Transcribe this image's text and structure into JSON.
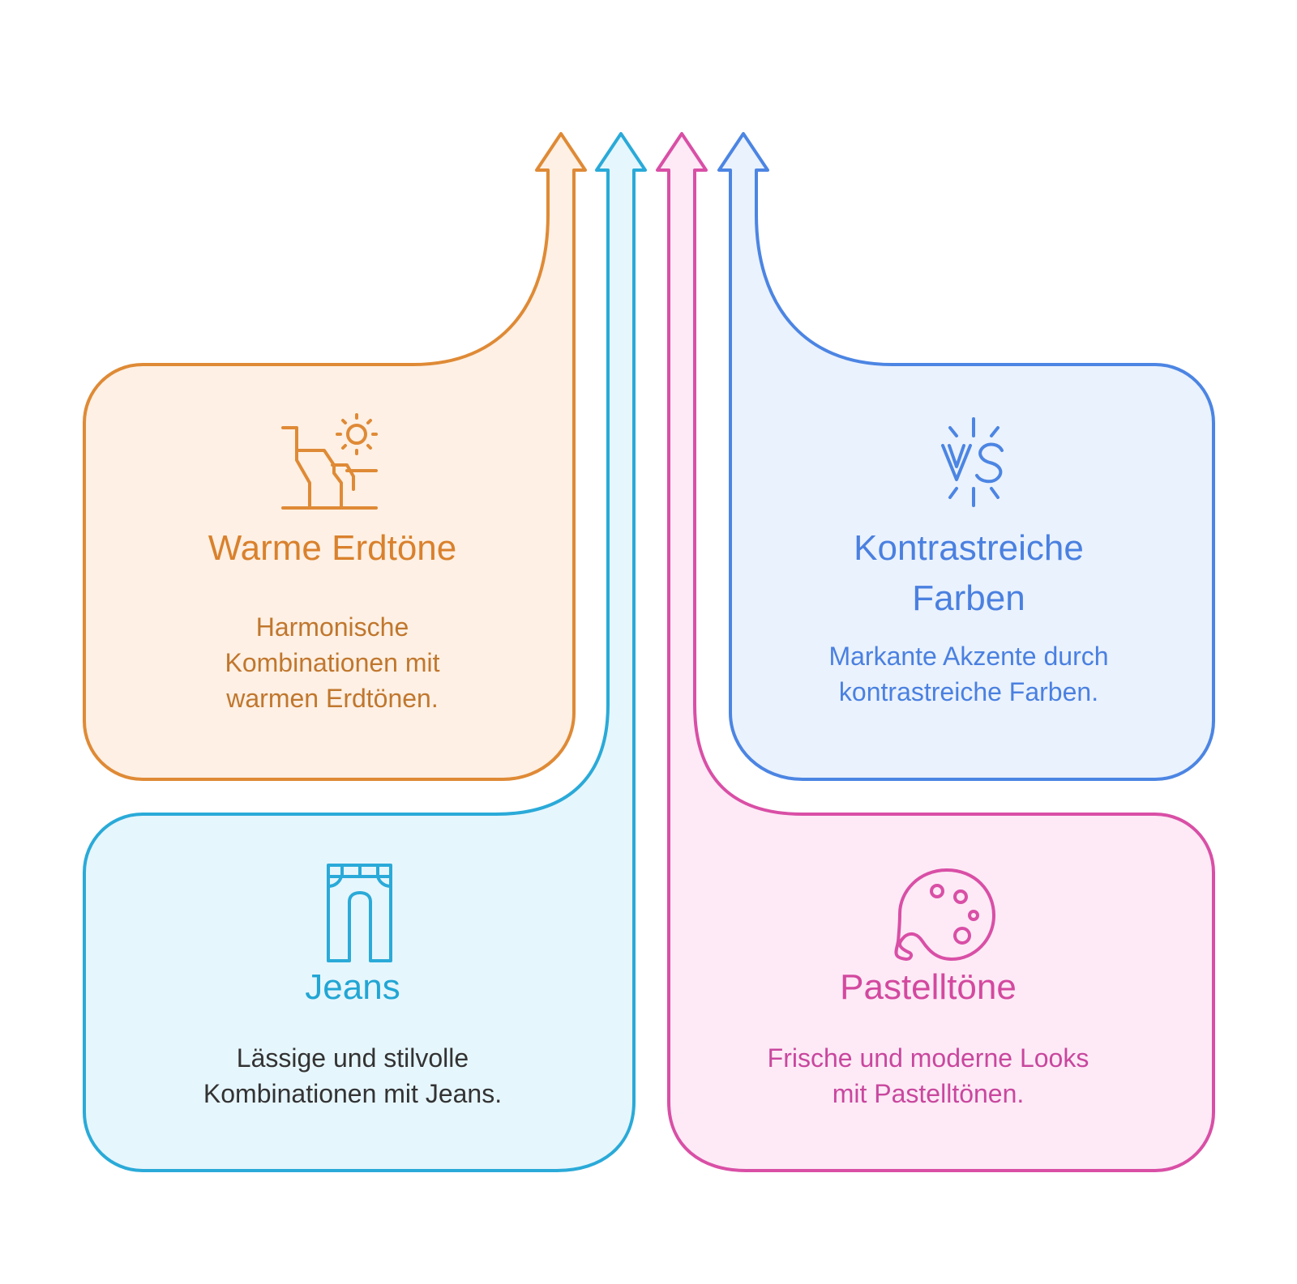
{
  "colors": {
    "warm": {
      "stroke": "#df8a36",
      "fill": "#fef0e4",
      "title": "#d9812d"
    },
    "jeans": {
      "stroke": "#2aaad8",
      "fill": "#e6f6fd",
      "title": "#22a6d4"
    },
    "pastell": {
      "stroke": "#d94fa6",
      "fill": "#fdeaf6",
      "title": "#d3499f"
    },
    "kontrast": {
      "stroke": "#4c85e3",
      "fill": "#eaf2fd",
      "title": "#4a80e0"
    }
  },
  "cards": {
    "warm": {
      "icon": "cliff-sun-icon",
      "title": "Warme Erdtöne",
      "desc_lines": [
        "Harmonische",
        "Kombinationen mit",
        "warmen Erdtönen."
      ]
    },
    "kontrast": {
      "icon": "versus-icon",
      "title_lines": [
        "Kontrastreiche",
        "Farben"
      ],
      "desc_lines": [
        "Markante Akzente durch",
        "kontrastreiche Farben."
      ]
    },
    "jeans": {
      "icon": "jeans-icon",
      "title": "Jeans",
      "desc_lines": [
        "Lässige und stilvolle",
        "Kombinationen mit Jeans."
      ]
    },
    "pastell": {
      "icon": "palette-icon",
      "title": "Pastelltöne",
      "desc_lines": [
        "Frische und moderne Looks",
        "mit Pastelltönen."
      ]
    }
  }
}
